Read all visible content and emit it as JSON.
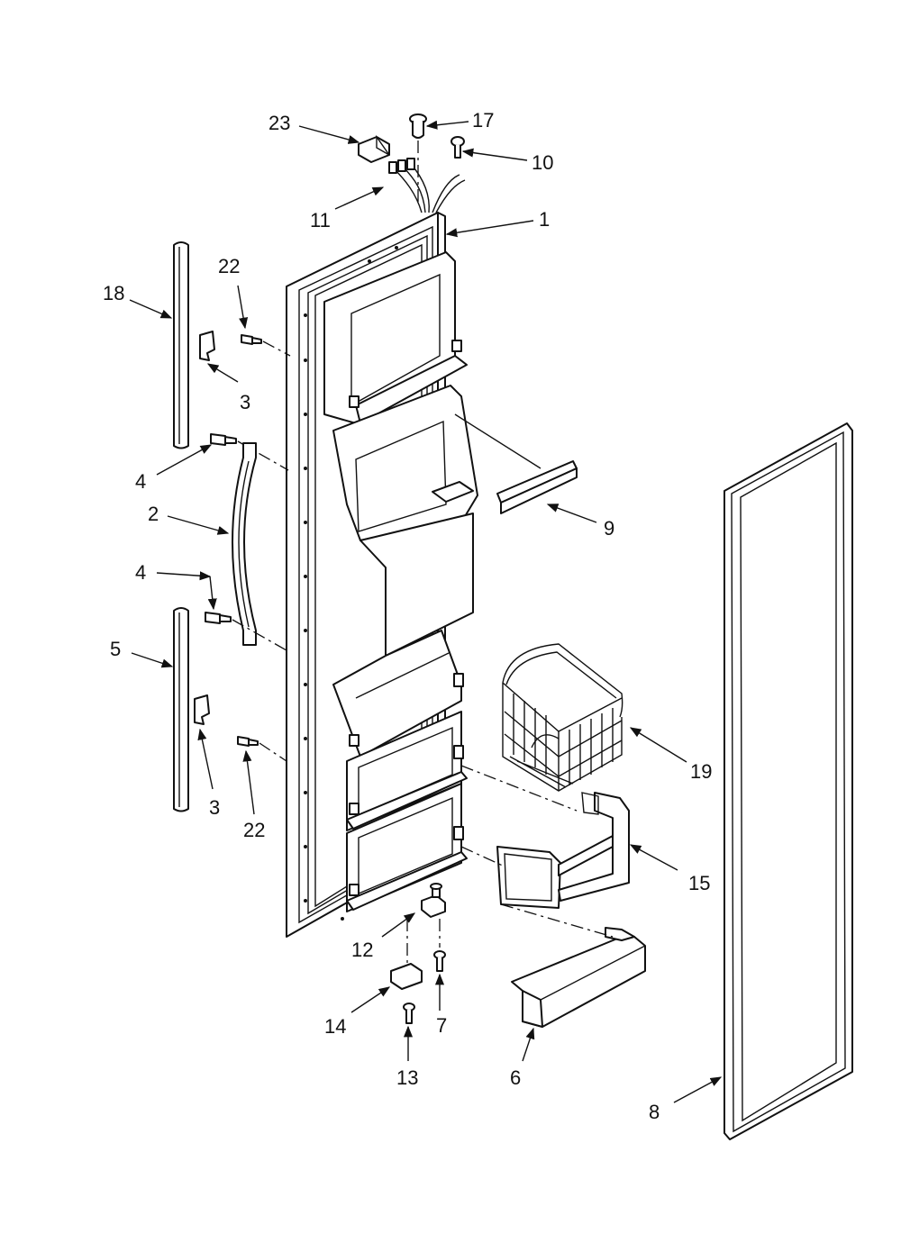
{
  "callouts": {
    "c1": "1",
    "c2": "2",
    "c3a": "3",
    "c3b": "3",
    "c4a": "4",
    "c4b": "4",
    "c5": "5",
    "c6": "6",
    "c7": "7",
    "c8": "8",
    "c9": "9",
    "c10": "10",
    "c11": "11",
    "c12": "12",
    "c13": "13",
    "c14": "14",
    "c15": "15",
    "c17": "17",
    "c18": "18",
    "c19": "19",
    "c22a": "22",
    "c22b": "22",
    "c23": "23"
  }
}
